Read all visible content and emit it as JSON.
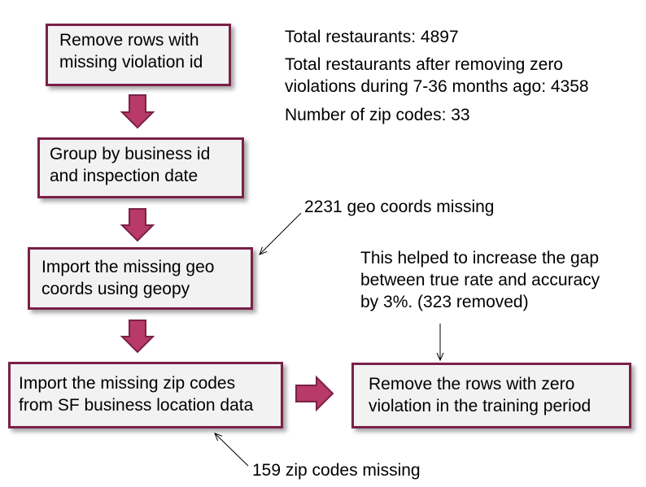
{
  "steps": {
    "remove_missing": [
      "Remove rows with",
      "missing violation id"
    ],
    "group_by": [
      "Group by business id",
      "and inspection date"
    ],
    "import_geo": [
      "Import the missing geo",
      "coords using geopy"
    ],
    "import_zip": [
      "Import the missing zip codes",
      "from SF business location data"
    ],
    "remove_zero": [
      "Remove the rows with zero",
      "violation in the training period"
    ]
  },
  "stats": {
    "total_restaurants": "Total restaurants: 4897",
    "after_removing": [
      "Total restaurants after removing zero",
      "violations during 7-36 months ago: 4358"
    ],
    "zip_codes": "Number of zip codes: 33"
  },
  "annotations": {
    "geo_missing": "2231 geo coords missing",
    "gap_note": [
      "This helped to increase the gap",
      "between true rate and accuracy",
      "by 3%. (323 removed)"
    ],
    "zip_missing": "159 zip codes missing"
  },
  "colors": {
    "box_border": "#7a2148",
    "box_fill": "#f2f2f2",
    "arrow_fill": "#b83a66",
    "arrow_stroke": "#7a2148"
  }
}
